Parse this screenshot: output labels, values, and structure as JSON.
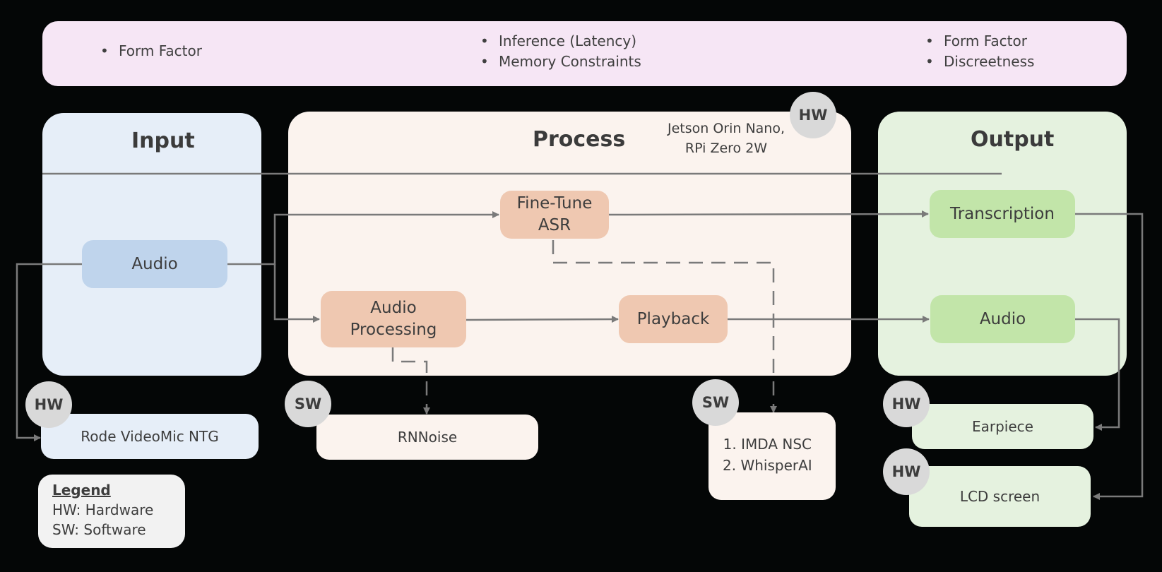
{
  "banner": {
    "input_constraints": [
      "Form Factor"
    ],
    "process_constraints": [
      "Inference (Latency)",
      "Memory Constraints"
    ],
    "output_constraints": [
      "Form Factor",
      "Discreetness"
    ]
  },
  "panels": {
    "input": {
      "title": "Input"
    },
    "process": {
      "title": "Process",
      "hardware_note_line1": "Jetson Orin Nano,",
      "hardware_note_line2": "RPi Zero 2W",
      "badge": "HW"
    },
    "output": {
      "title": "Output"
    }
  },
  "nodes": {
    "input_audio": "Audio",
    "fine_tune_asr_line1": "Fine-Tune",
    "fine_tune_asr_line2": "ASR",
    "audio_processing_line1": "Audio",
    "audio_processing_line2": "Processing",
    "playback": "Playback",
    "transcription": "Transcription",
    "output_audio": "Audio"
  },
  "components": {
    "microphone": {
      "badge": "HW",
      "label": "Rode VideoMic NTG"
    },
    "noise_suppression": {
      "badge": "SW",
      "label": "RNNoise"
    },
    "asr_models": {
      "badge": "SW",
      "items": [
        "1. IMDA NSC",
        "2. WhisperAI"
      ]
    },
    "earpiece": {
      "badge": "HW",
      "label": "Earpiece"
    },
    "lcd": {
      "badge": "HW",
      "label": "LCD screen"
    }
  },
  "legend": {
    "title": "Legend",
    "entries": [
      "HW: Hardware",
      "SW: Software"
    ]
  },
  "colors": {
    "background": "#040606",
    "banner": "#F6E6F5",
    "input_panel": "#E6EEF8",
    "process_panel": "#FBF3EE",
    "output_panel": "#E5F2DF",
    "input_node": "#BFD4EC",
    "process_node": "#EFC8B1",
    "output_node": "#C2E5A9",
    "badge": "#D9D9D9",
    "connector": "#7a7a7a"
  }
}
